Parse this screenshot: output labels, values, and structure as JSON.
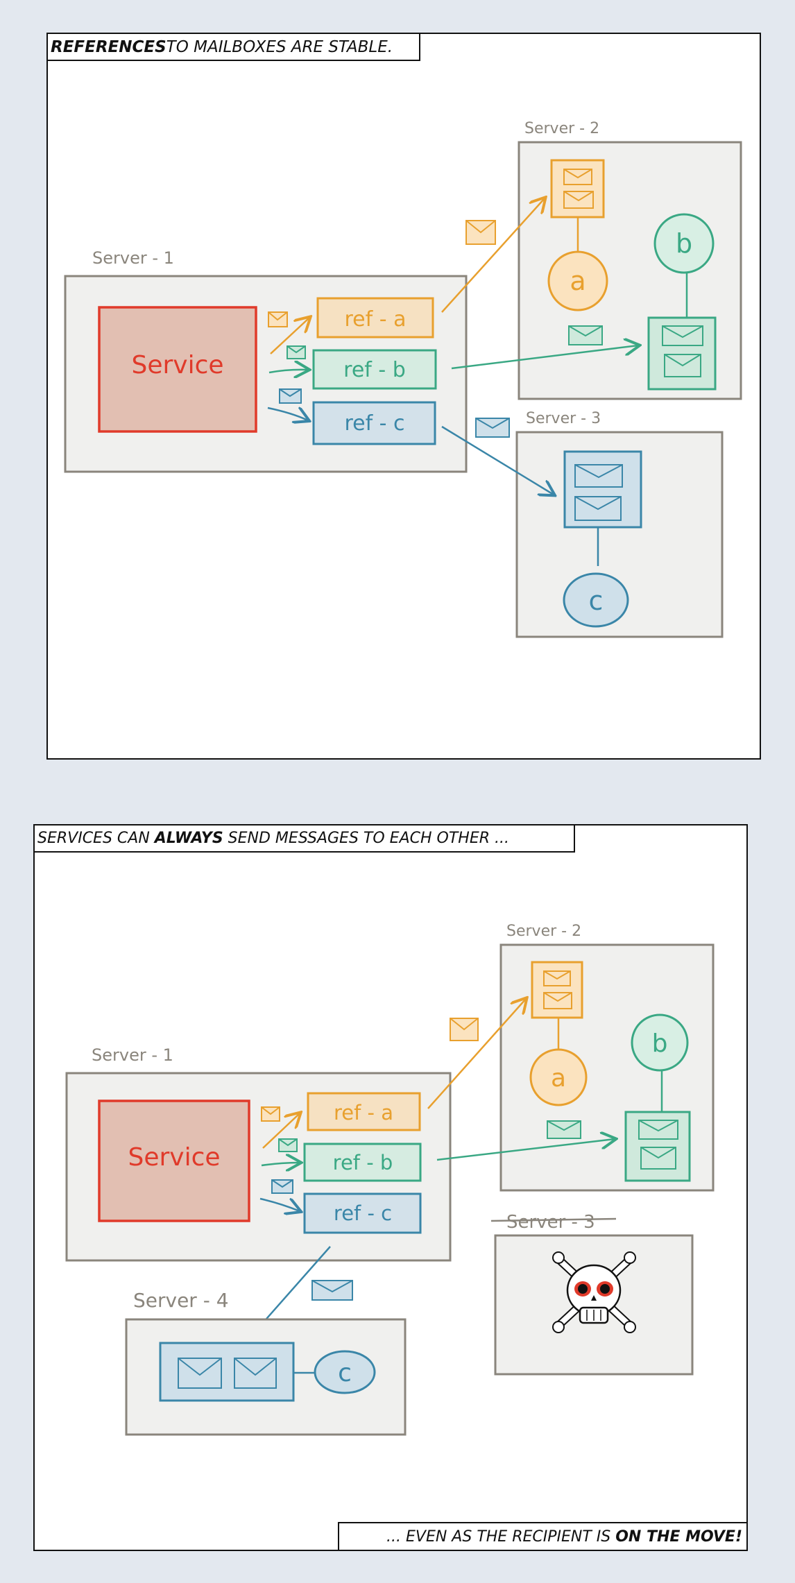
{
  "panel1": {
    "caption": {
      "bold": "REFERENCES",
      "rest": " TO MAILBOXES ARE STABLE."
    },
    "server1_label": "Server - 1",
    "server2_label": "Server - 2",
    "server3_label": "Server - 3",
    "service_label": "Service",
    "ref_a": "ref - a",
    "ref_b": "ref - b",
    "ref_c": "ref - c",
    "node_a": "a",
    "node_b": "b",
    "node_c": "c"
  },
  "panel2": {
    "caption": {
      "pre": "SERVICES CAN ",
      "bold": "ALWAYS",
      "rest": " SEND MESSAGES TO EACH OTHER ..."
    },
    "caption_bottom": {
      "pre": "... EVEN AS THE RECIPIENT IS ",
      "bold": "ON THE MOVE!"
    },
    "server1_label": "Server - 1",
    "server2_label": "Server - 2",
    "server3_label": "Server - 3",
    "server4_label": "Server - 4",
    "service_label": "Service",
    "ref_a": "ref - a",
    "ref_b": "ref - b",
    "ref_c": "ref - c",
    "node_a": "a",
    "node_b": "b",
    "node_c": "c"
  },
  "colors": {
    "orange": "#e8a02e",
    "green": "#3aa884",
    "blue": "#3a86a8",
    "red": "#e03a2a",
    "server_border": "#8a857c",
    "server_fill": "#f0f0ee"
  }
}
